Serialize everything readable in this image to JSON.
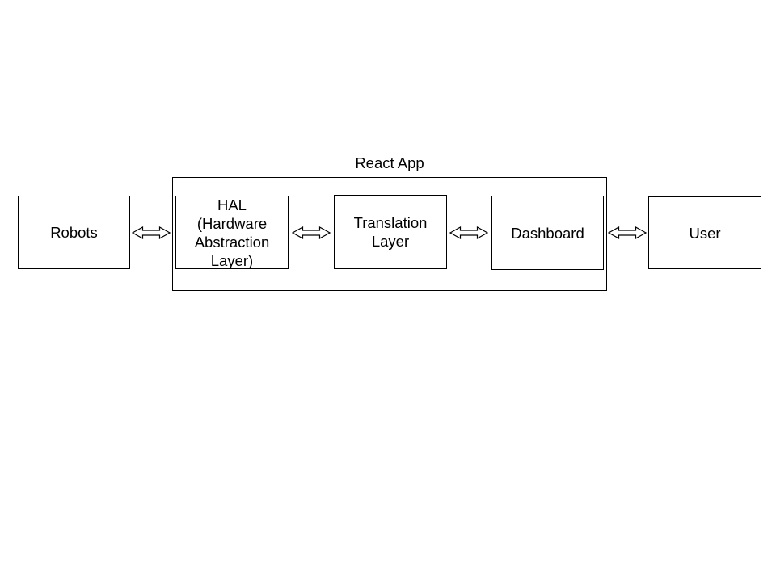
{
  "diagram": {
    "group": {
      "title": "React App"
    },
    "nodes": [
      {
        "id": "robots",
        "label": "Robots"
      },
      {
        "id": "hal",
        "label": "HAL\n(Hardware\nAbstraction\nLayer)"
      },
      {
        "id": "translation-layer",
        "label": "Translation\nLayer"
      },
      {
        "id": "dashboard",
        "label": "Dashboard"
      },
      {
        "id": "user",
        "label": "User"
      }
    ],
    "connections": [
      {
        "from": "Robots",
        "to": "HAL",
        "type": "bidirectional-arrow"
      },
      {
        "from": "HAL",
        "to": "Translation Layer",
        "type": "bidirectional-arrow"
      },
      {
        "from": "Translation Layer",
        "to": "Dashboard",
        "type": "bidirectional-arrow"
      },
      {
        "from": "Dashboard",
        "to": "User",
        "type": "bidirectional-arrow"
      }
    ],
    "colors": {
      "background": "#ffffff",
      "border": "#000000",
      "text": "#000000",
      "arrow_fill": "#ffffff",
      "arrow_stroke": "#000000"
    }
  }
}
